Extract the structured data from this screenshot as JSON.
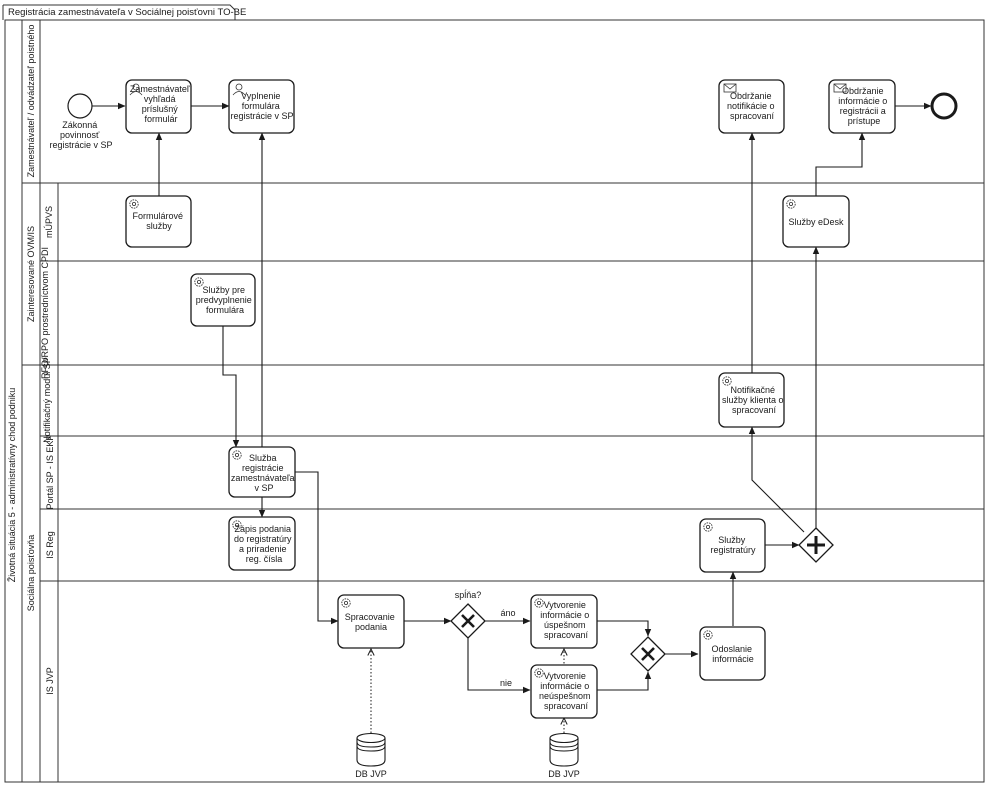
{
  "diagram": {
    "title": "Registrácia zamestnávateľa v Sociálnej poisťovni TO-BE",
    "pool_label": "Životná situácia 5 - administratívny chod podniku",
    "lanes": {
      "zamestnavatel": "Zamestnávateľ / odvádzateľ poistného",
      "ovm_group": "Zainteresované OVM/IS",
      "mupvs": "mÚPVS",
      "rfo": "RFO/RPO prostredníctvom CPDI",
      "sp_group": "Sociálna poisťovňa",
      "notif": "Notifikačný modul SP",
      "portal": "Portál SP - IS EKP",
      "isreg": "IS Reg",
      "isjvp": "IS JVP"
    },
    "events": {
      "start_label": [
        "Zákonná",
        "povinnosť",
        "registrácie v SP"
      ]
    },
    "tasks": {
      "t_vyhlada": [
        "Zamestnávateľ",
        "vyhľadá",
        "príslušný",
        "formulár"
      ],
      "t_vyplnenie": [
        "Vyplnenie",
        "formulára",
        "registrácie v SP"
      ],
      "t_notif_recv": [
        "Obdržanie",
        "notifikácie o",
        "spracovaní"
      ],
      "t_info_recv": [
        "Obdržanie",
        "informácie o",
        "registrácii a",
        "prístupe"
      ],
      "t_formularove": [
        "Formulárové",
        "služby"
      ],
      "t_edesk": [
        "Služby eDesk"
      ],
      "t_predvyplnenie": [
        "Služby pre",
        "predvyplnenie",
        "formulára"
      ],
      "t_notif_klient": [
        "Notifikačné",
        "služby klienta o",
        "spracovaní"
      ],
      "t_sluzba_reg": [
        "Služba",
        "registrácie",
        "zamestnávateľa",
        "v SP"
      ],
      "t_zapis": [
        "Zápis podania",
        "do registratúry",
        "a priradenie",
        "reg. čísla"
      ],
      "t_registratura": [
        "Služby",
        "registratúry"
      ],
      "t_spracovanie": [
        "Spracovanie",
        "podania"
      ],
      "t_uspesne": [
        "Vytvorenie",
        "informácie o",
        "úspešnom",
        "spracovaní"
      ],
      "t_neuspesne": [
        "Vytvorenie",
        "informácie o",
        "neúspešnom",
        "spracovaní"
      ],
      "t_odoslanie": [
        "Odoslanie",
        "informácie"
      ]
    },
    "gateways": {
      "g_splna": "spĺňa?",
      "flow_ano": "áno",
      "flow_nie": "nie"
    },
    "datastores": {
      "db1": "DB JVP",
      "db2": "DB JVP"
    }
  }
}
